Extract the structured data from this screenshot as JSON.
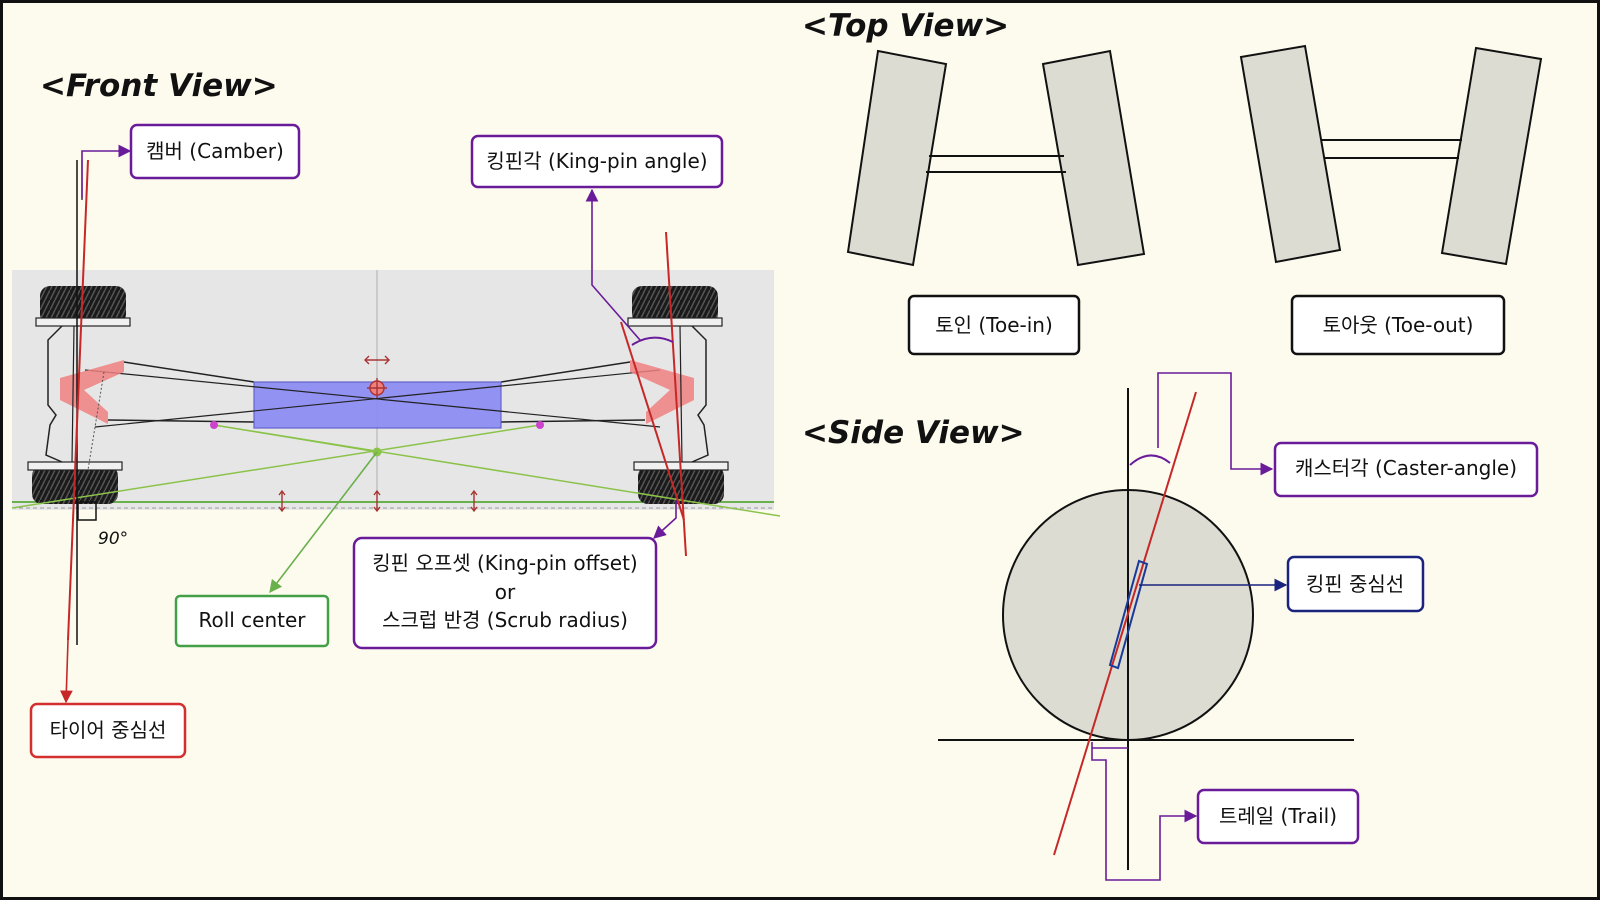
{
  "titles": {
    "front": "<Front View>",
    "top": "<Top View>",
    "side": "<Side View>"
  },
  "labels": {
    "camber": "캠버 (Camber)",
    "kingpin_angle": "킹핀각 (King-pin angle)",
    "tire_centerline": "타이어 중심선",
    "roll_center": "Roll center",
    "offset_line1": "킹핀 오프셋 (King-pin offset)",
    "offset_line2": "or",
    "offset_line3": "스크럽 반경 (Scrub radius)",
    "angle_90": "90°",
    "toe_in": "토인 (Toe-in)",
    "toe_out": "토아웃 (Toe-out)",
    "caster": "캐스터각 (Caster-angle)",
    "kingpin_center": "킹핀 중심선",
    "trail": "트레일 (Trail)"
  },
  "colors": {
    "background": "#fdfbee",
    "purple": "#6a1b9a",
    "red": "#c62828",
    "green": "#43a047",
    "navy": "#1a237e",
    "tire_fill": "#dcdcd2",
    "chassis": "#8080f0",
    "control_arm": "#ee8080"
  }
}
